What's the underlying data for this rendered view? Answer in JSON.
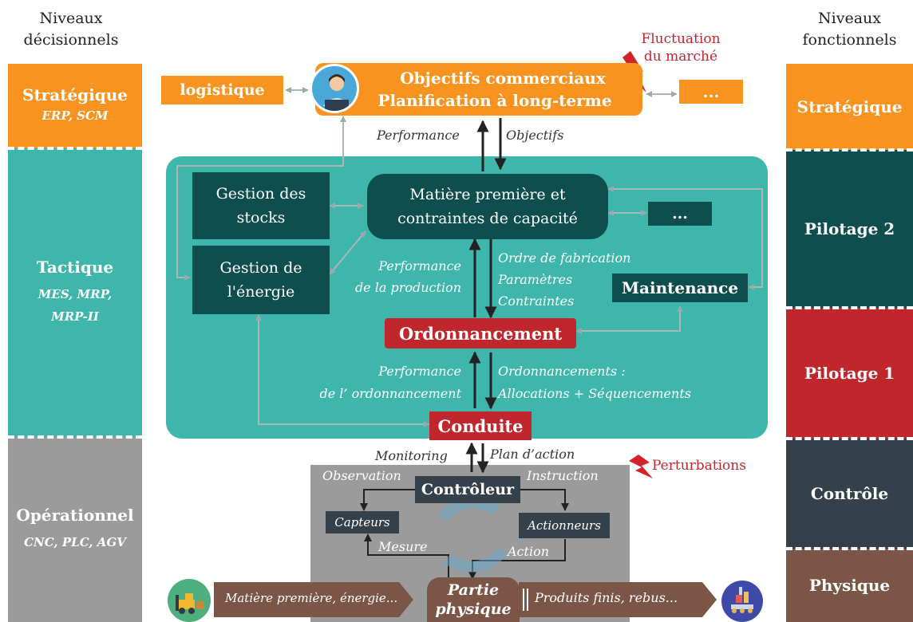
{
  "left_header": [
    "Niveaux",
    "décisionnels"
  ],
  "right_header": [
    "Niveaux",
    "fonctionnels"
  ],
  "left_levels": [
    {
      "name": "Stratégique",
      "sub": [
        "ERP, SCM"
      ],
      "color": "#f7931e"
    },
    {
      "name": "Tactique",
      "sub": [
        "MES, MRP,",
        "MRP-II"
      ],
      "color": "#3fb6ac"
    },
    {
      "name": "Opérationnel",
      "sub": [
        "CNC, PLC, AGV"
      ],
      "color": "#9b9b9b"
    }
  ],
  "right_levels": [
    {
      "name": "Stratégique",
      "color": "#f7931e"
    },
    {
      "name": "Pilotage 2",
      "color": "#0e4e4e"
    },
    {
      "name": "Pilotage 1",
      "color": "#c0272d"
    },
    {
      "name": "Contrôle",
      "color": "#34404a"
    },
    {
      "name": "Physique",
      "color": "#7b5646"
    }
  ],
  "strategic": {
    "logistique": "logistique",
    "objectives": [
      "Objectifs commerciaux",
      "Planification à long-terme"
    ],
    "ellipsis": "...",
    "fluctuation": [
      "Fluctuation",
      "du marché"
    ]
  },
  "links": {
    "performance": "Performance",
    "objectifs": "Objectifs"
  },
  "tactical": {
    "stocks": [
      "Gestion des",
      "stocks"
    ],
    "matiere": [
      "Matière première et",
      "contraintes de capacité"
    ],
    "ellipsis": "...",
    "energie": [
      "Gestion de",
      "l'énergie"
    ],
    "perf_production": [
      "Performance",
      "de la production"
    ],
    "ordre": [
      "Ordre de fabrication",
      "Paramètres",
      "Contraintes"
    ],
    "maintenance": "Maintenance",
    "ordonnancement": "Ordonnancement",
    "perf_ordo": [
      "Performance",
      "de l’ ordonnancement"
    ],
    "ordos": [
      "Ordonnancements :",
      "Allocations + Séquencements"
    ],
    "conduite": "Conduite"
  },
  "operational": {
    "monitoring": "Monitoring",
    "plan_action": "Plan d’action",
    "perturbations": "Perturbations",
    "observation": "Observation",
    "instruction": "Instruction",
    "controleur": "Contrôleur",
    "capteurs": "Capteurs",
    "actionneurs": "Actionneurs",
    "mesure": "Mesure",
    "action": "Action",
    "partie": [
      "Partie",
      "physique"
    ],
    "input": "Matière première, énergie...",
    "output": "Produits finis, rebus..."
  },
  "colors": {
    "orange": "#f7931e",
    "teal": "#3fb6ac",
    "dark_teal": "#0e4e4e",
    "red": "#c0272d",
    "gray": "#9b9b9b",
    "slate": "#34404a",
    "brown": "#7b5646",
    "crimson_text": "#c0272d"
  },
  "icons": [
    "manager-icon",
    "lightning-icon",
    "forklift-icon",
    "factory-icon",
    "cycle-icon"
  ]
}
